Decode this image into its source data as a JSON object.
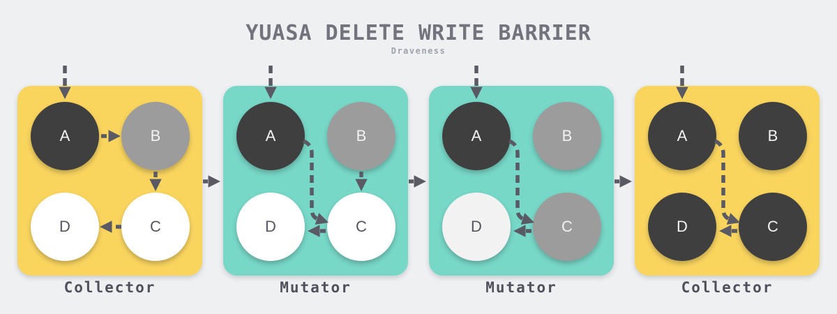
{
  "title": "YUASA DELETE WRITE BARRIER",
  "subtitle": "Draveness",
  "colors": {
    "background": "#eef0f2",
    "panel_yellow": "#fad55e",
    "panel_teal": "#77d8c8",
    "node_dark": "#3f3f3f",
    "node_gray": "#9c9c9c",
    "node_white": "#ffffff",
    "node_light": "#f2f2f2",
    "node_text_light": "#f2f2f2",
    "node_text_dark": "#555560",
    "arrow": "#5a5a64",
    "title_color": "#73737e",
    "subtitle_color": "#9ea3ac",
    "label_color": "#50505c"
  },
  "panels": [
    {
      "label": "Collector",
      "color": "panel_yellow",
      "nodes": [
        {
          "id": "A",
          "fill": "node_dark",
          "text": "light"
        },
        {
          "id": "B",
          "fill": "node_gray",
          "text": "light"
        },
        {
          "id": "C",
          "fill": "node_white",
          "text": "dark"
        },
        {
          "id": "D",
          "fill": "node_white",
          "text": "dark"
        }
      ],
      "edges": [
        "root->A",
        "A->B",
        "B->C",
        "C->D"
      ]
    },
    {
      "label": "Mutator",
      "color": "panel_teal",
      "nodes": [
        {
          "id": "A",
          "fill": "node_dark",
          "text": "light"
        },
        {
          "id": "B",
          "fill": "node_gray",
          "text": "light"
        },
        {
          "id": "C",
          "fill": "node_white",
          "text": "dark"
        },
        {
          "id": "D",
          "fill": "node_white",
          "text": "dark"
        }
      ],
      "edges": [
        "root->A",
        "A->C",
        "B->C",
        "C->D"
      ]
    },
    {
      "label": "Mutator",
      "color": "panel_teal",
      "nodes": [
        {
          "id": "A",
          "fill": "node_dark",
          "text": "light"
        },
        {
          "id": "B",
          "fill": "node_gray",
          "text": "light"
        },
        {
          "id": "C",
          "fill": "node_gray",
          "text": "light"
        },
        {
          "id": "D",
          "fill": "node_light",
          "text": "dark"
        }
      ],
      "edges": [
        "root->A",
        "A->C",
        "C->D"
      ]
    },
    {
      "label": "Collector",
      "color": "panel_yellow",
      "nodes": [
        {
          "id": "A",
          "fill": "node_dark",
          "text": "light"
        },
        {
          "id": "B",
          "fill": "node_dark",
          "text": "light"
        },
        {
          "id": "C",
          "fill": "node_dark",
          "text": "light"
        },
        {
          "id": "D",
          "fill": "node_dark",
          "text": "light"
        }
      ],
      "edges": [
        "root->A",
        "A->C",
        "C->D"
      ]
    }
  ],
  "connectors": [
    "panel1->panel2",
    "panel2->panel3",
    "panel3->panel4"
  ]
}
